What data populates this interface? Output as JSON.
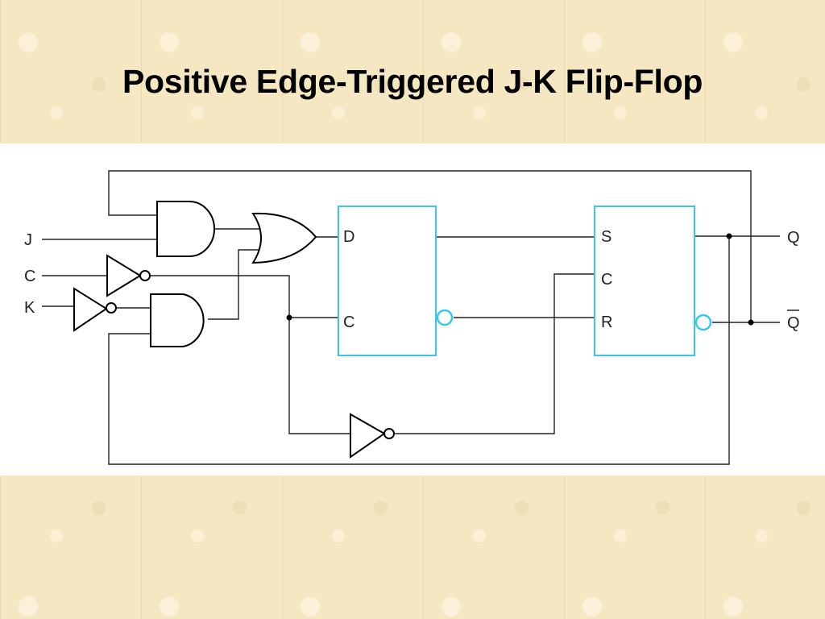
{
  "title": "Positive Edge-Triggered J-K Flip-Flop",
  "colors": {
    "flipflop_outline": "#39c7e8",
    "background": "#f6e7c3",
    "panel": "#ffffff"
  },
  "inputs": {
    "j": "J",
    "c": "C",
    "k": "K"
  },
  "outputs": {
    "q": "Q",
    "q_bar": "Q"
  },
  "d_flipflop": {
    "d": "D",
    "c": "C"
  },
  "sr_flipflop": {
    "s": "S",
    "c": "C",
    "r": "R"
  }
}
